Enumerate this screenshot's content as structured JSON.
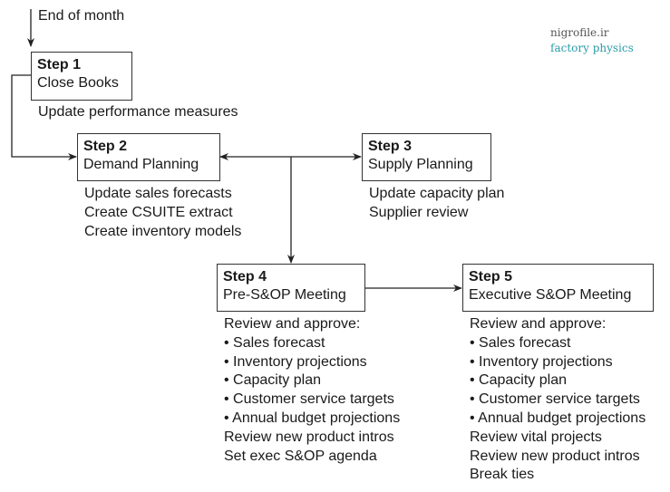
{
  "start_label": "End of month",
  "watermark": {
    "line1": "nigrofile.ir",
    "line2": "factory physics",
    "color1": "#555555",
    "color2": "#2a9aa8"
  },
  "steps": [
    {
      "step": "Step 1",
      "name": "Close Books",
      "tasks": [
        "Update performance measures"
      ]
    },
    {
      "step": "Step 2",
      "name": "Demand Planning",
      "tasks": [
        "Update sales forecasts",
        "Create CSUITE extract",
        "Create inventory models"
      ]
    },
    {
      "step": "Step 3",
      "name": "Supply Planning",
      "tasks": [
        "Update capacity plan",
        "Supplier review"
      ]
    },
    {
      "step": "Step 4",
      "name": "Pre-S&OP Meeting",
      "tasks": [
        "Review and approve:",
        "• Sales forecast",
        "• Inventory projections",
        "• Capacity plan",
        "• Customer service targets",
        "• Annual budget projections",
        "Review new product intros",
        "Set exec S&OP agenda"
      ]
    },
    {
      "step": "Step 5",
      "name": "Executive S&OP Meeting",
      "tasks": [
        "Review and approve:",
        "• Sales forecast",
        "• Inventory projections",
        "• Capacity plan",
        "• Customer service targets",
        "• Annual budget projections",
        "Review vital projects",
        "Review new product intros",
        "Break ties"
      ]
    }
  ]
}
